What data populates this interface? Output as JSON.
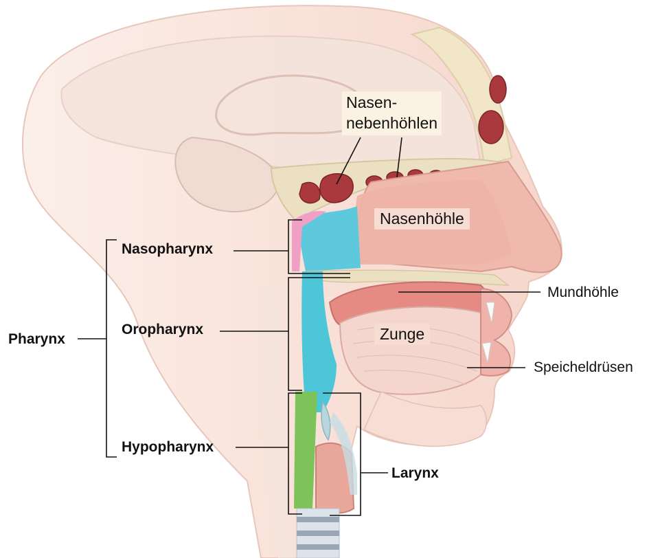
{
  "labels": {
    "pharynx": "Pharynx",
    "nasopharynx": "Nasopharynx",
    "oropharynx": "Oropharynx",
    "hypopharynx": "Hypopharynx",
    "larynx": "Larynx",
    "nasennebenhoehlen_line1": "Nasen-",
    "nasennebenhoehlen_line2": "nebenhöhlen",
    "nasenhoehle": "Nasenhöhle",
    "mundhoehle": "Mundhöhle",
    "zunge": "Zunge",
    "speicheldruesen": "Speicheldrüsen"
  },
  "colors": {
    "nasopharynx_fill": "#5ec9dc",
    "oropharynx_fill": "#4dc6d8",
    "hypopharynx_fill": "#7ec25a",
    "nasal_cavity": "#eeb3a8",
    "oral_cavity": "#e58b84",
    "sinus": "#a33a3e",
    "skin": "#f7ddd3",
    "bone": "#eadfc4"
  }
}
